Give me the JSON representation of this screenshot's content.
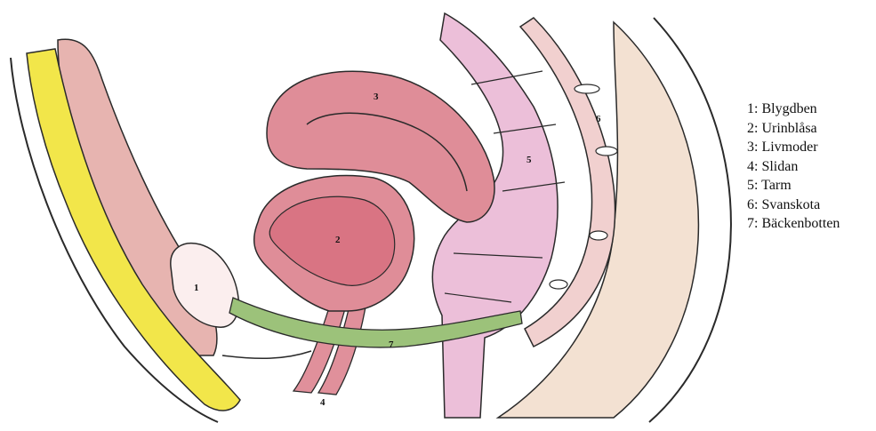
{
  "diagram": {
    "labels": {
      "pubic_bone": "1",
      "bladder": "2",
      "uterus": "3",
      "vagina": "4",
      "intestine": "5",
      "tailbone": "6",
      "pelvic_floor": "7"
    }
  },
  "legend": [
    "1: Blygdben",
    "2: Urinblåsa",
    "3: Livmoder",
    "4: Slidan",
    "5: Tarm",
    "6: Svanskota",
    "7: Bäckenbotten"
  ],
  "colors": {
    "skin_fat_yellow": "#f2e64a",
    "abdominal_muscle": "#e7b4b0",
    "bone": "#fbeeee",
    "organ_pink": "#df8d98",
    "organ_inner": "#d97483",
    "intestine_lilac": "#ecbfd9",
    "pelvic_floor_green": "#9cc27a",
    "back_tissue": "#f3e1d2",
    "outline": "#2a2a2a"
  }
}
